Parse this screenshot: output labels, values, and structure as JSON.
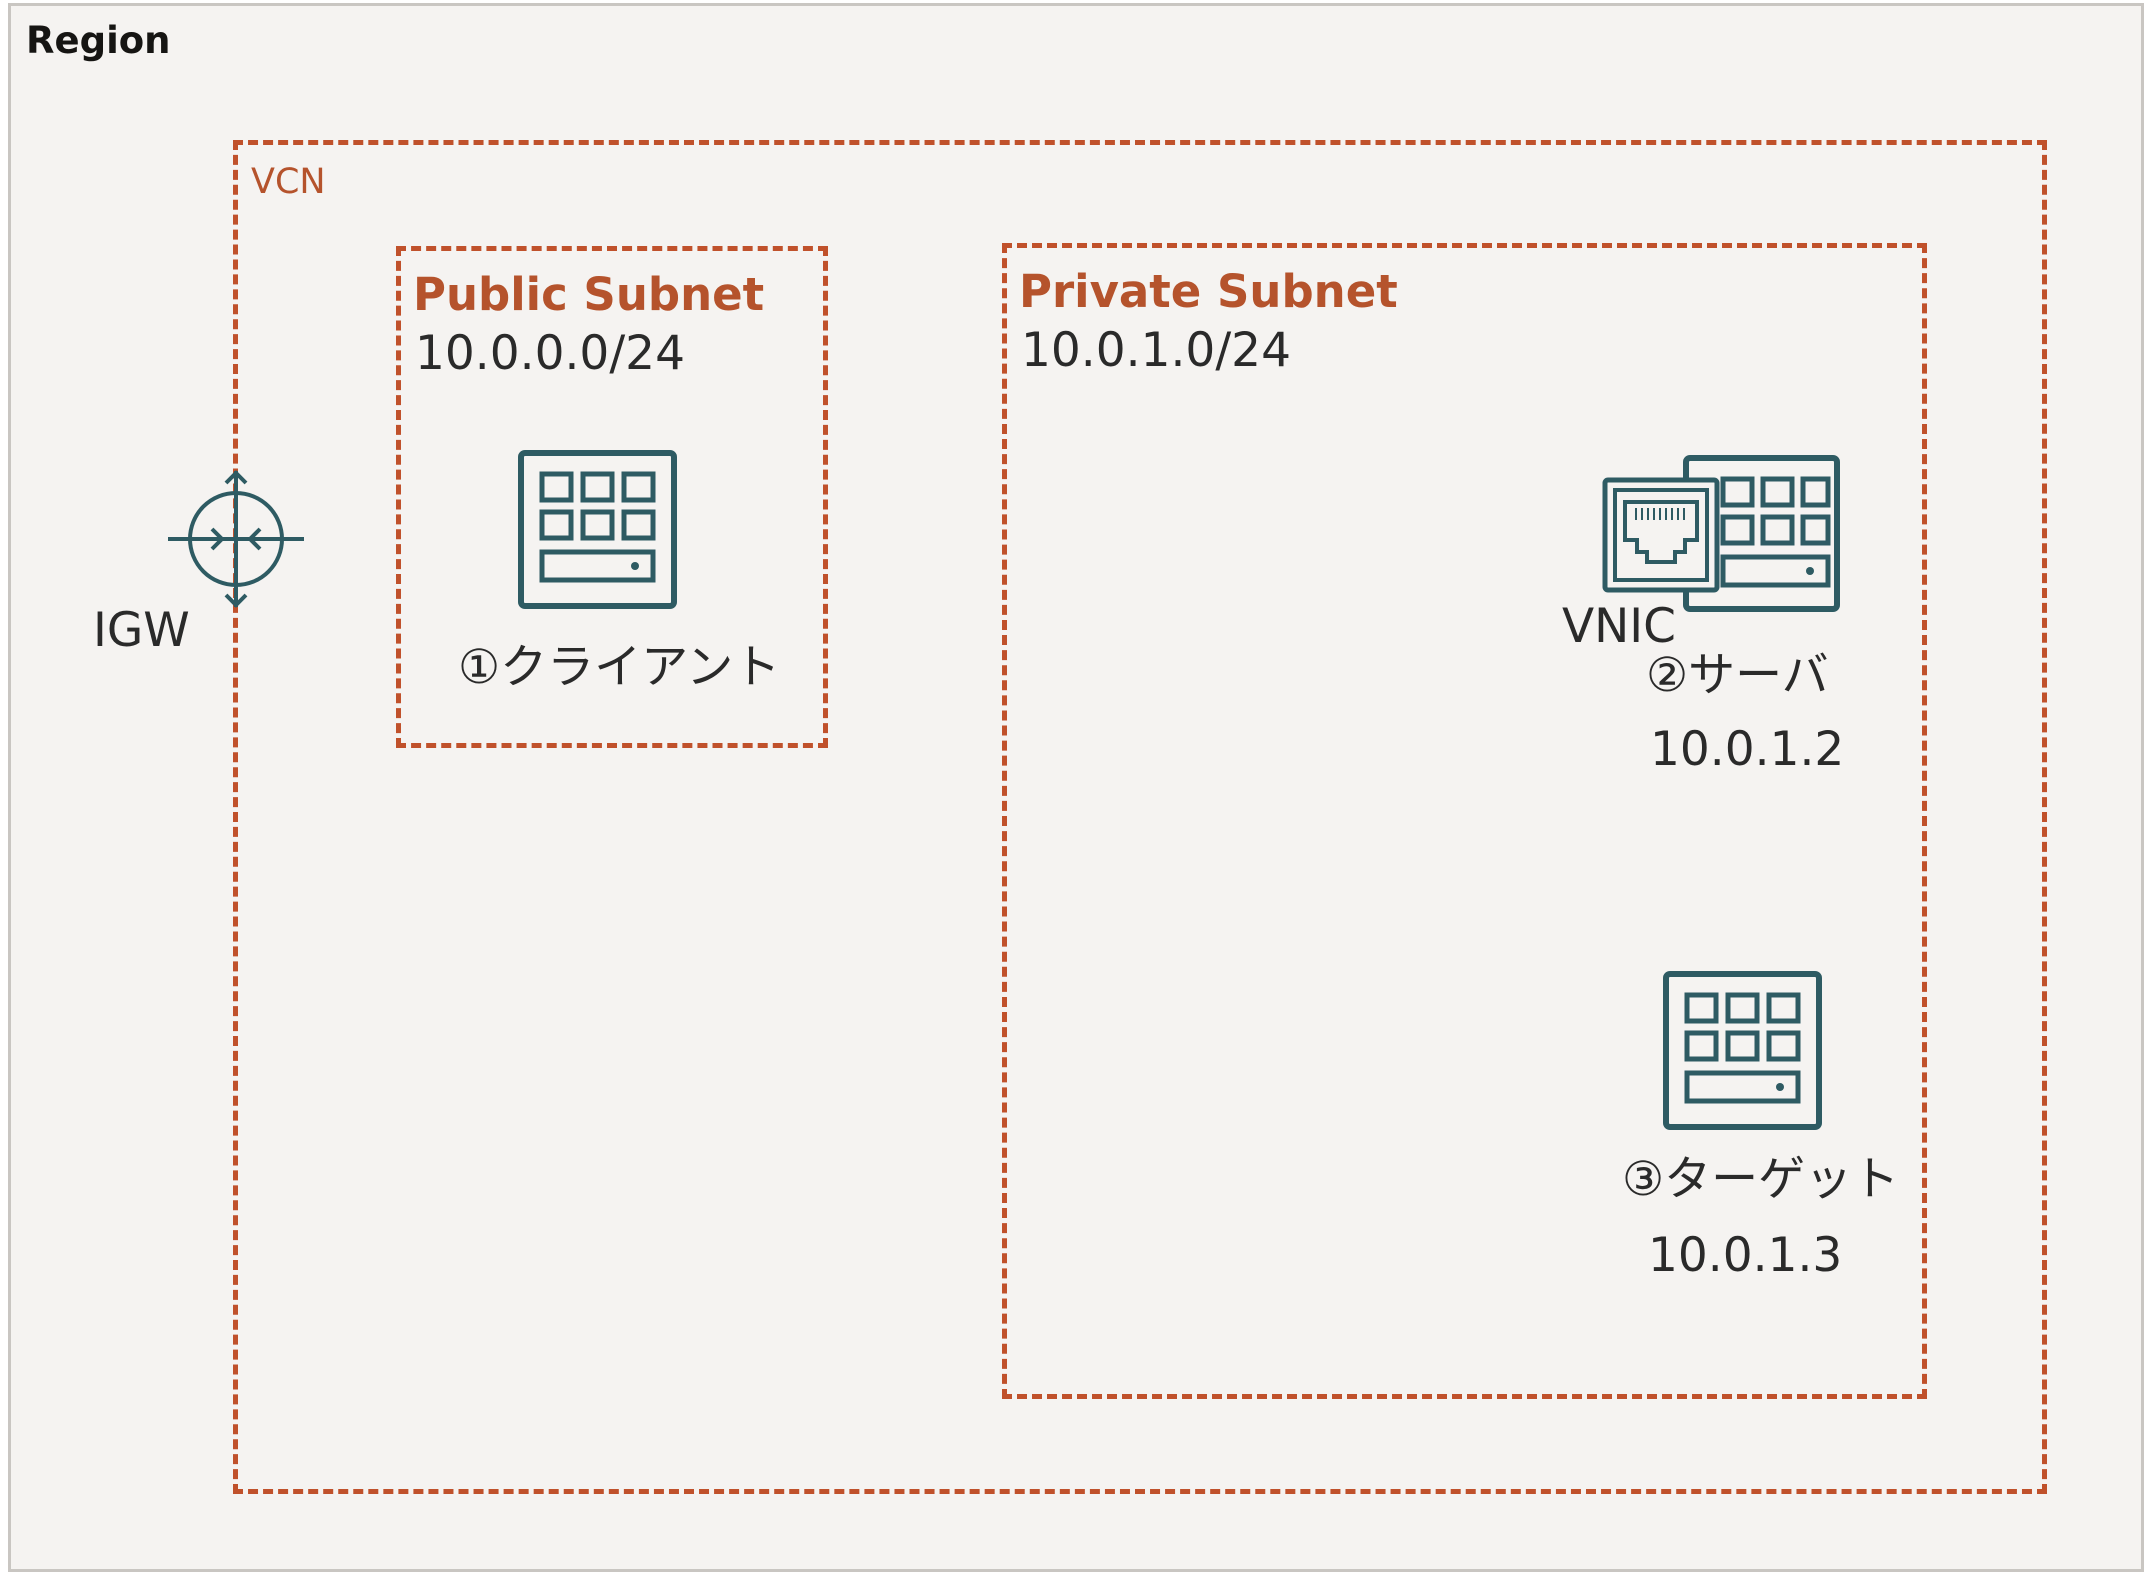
{
  "region": {
    "title": "Region"
  },
  "vcn": {
    "title": "VCN"
  },
  "igw": {
    "label": "IGW"
  },
  "public_subnet": {
    "title": "Public Subnet",
    "cidr": "10.0.0.0/24",
    "client": {
      "label": "①クライアント",
      "icon": "compute-instance-icon"
    }
  },
  "private_subnet": {
    "title": "Private Subnet",
    "cidr": "10.0.1.0/24",
    "server": {
      "label": "②サーバ",
      "ip": "10.0.1.2",
      "vnic_label": "VNIC",
      "icon": "compute-instance-icon",
      "vnic_icon": "vnic-icon"
    },
    "target": {
      "label": "③ターゲット",
      "ip": "10.0.1.3",
      "icon": "compute-instance-icon"
    }
  },
  "colors": {
    "region_bg": "#f5f3f1",
    "region_border": "#c9c6c2",
    "dashed_border": "#c0512b",
    "title_accent": "#b5532c",
    "icon_stroke": "#2e5b63"
  }
}
